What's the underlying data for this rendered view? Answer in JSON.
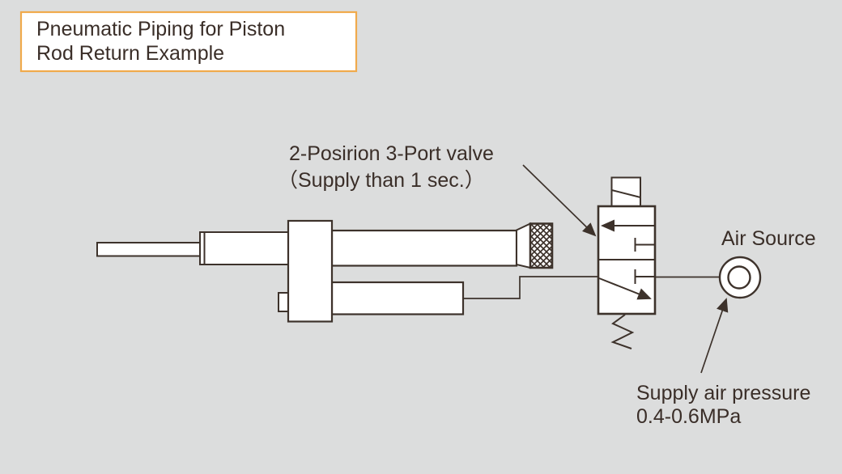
{
  "theme": {
    "bg": "#dcdddd",
    "line": "#3d322b",
    "text": "#3a2e28",
    "accent": "#f0aa4c",
    "shape-fill": "#ffffff"
  },
  "title_box": {
    "line1": "Pneumatic Piping for Piston",
    "line2": "Rod Return Example"
  },
  "diagram": {
    "valve_label": {
      "line1": "2-Posirion 3-Port valve",
      "line2": "（Supply than 1 sec.）"
    },
    "air_source_label": "Air Source",
    "supply_pressure_label": {
      "line1": "Supply air pressure",
      "line2": "0.4-0.6MPa"
    }
  }
}
